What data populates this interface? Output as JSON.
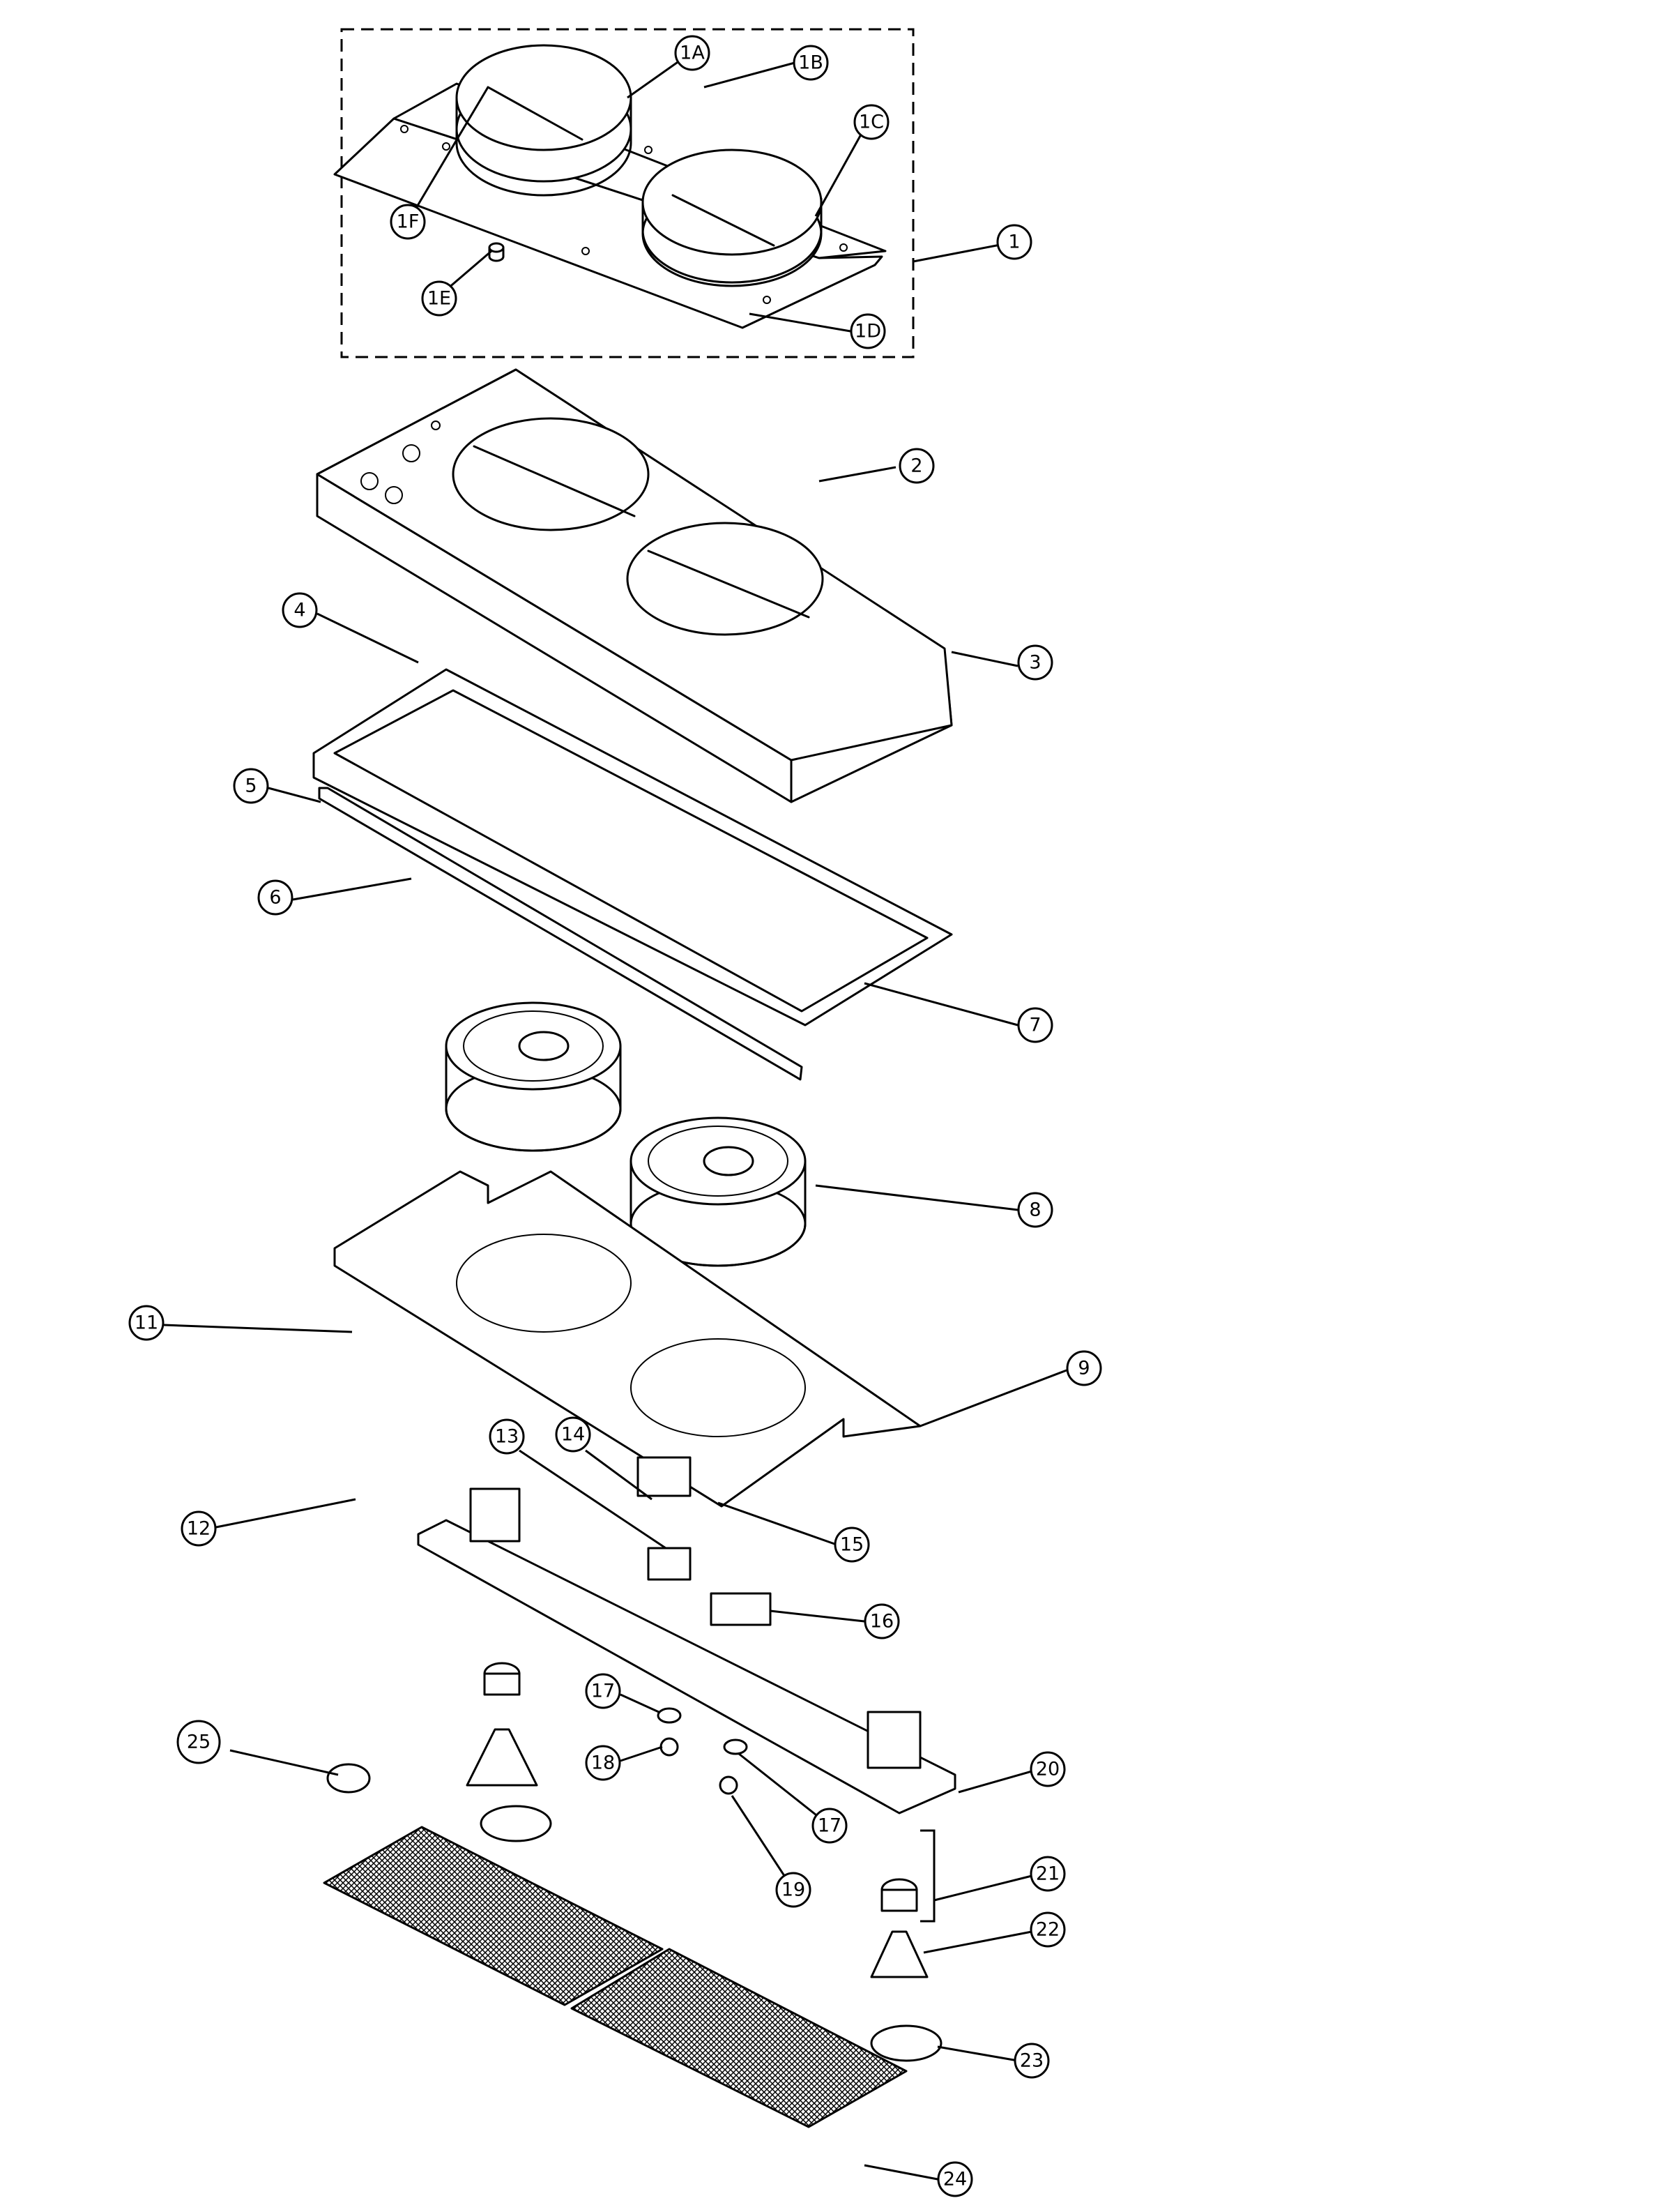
{
  "callouts": [
    {
      "id": "1",
      "label": "1"
    },
    {
      "id": "1A",
      "label": "1A"
    },
    {
      "id": "1B",
      "label": "1B"
    },
    {
      "id": "1C",
      "label": "1C"
    },
    {
      "id": "1D",
      "label": "1D"
    },
    {
      "id": "1E",
      "label": "1E"
    },
    {
      "id": "1F",
      "label": "1F"
    },
    {
      "id": "2",
      "label": "2"
    },
    {
      "id": "3",
      "label": "3"
    },
    {
      "id": "4",
      "label": "4"
    },
    {
      "id": "5",
      "label": "5"
    },
    {
      "id": "6",
      "label": "6"
    },
    {
      "id": "7",
      "label": "7"
    },
    {
      "id": "8",
      "label": "8"
    },
    {
      "id": "9",
      "label": "9"
    },
    {
      "id": "11",
      "label": "11"
    },
    {
      "id": "12",
      "label": "12"
    },
    {
      "id": "13",
      "label": "13"
    },
    {
      "id": "14",
      "label": "14"
    },
    {
      "id": "15",
      "label": "15"
    },
    {
      "id": "16",
      "label": "16"
    },
    {
      "id": "17a",
      "label": "17"
    },
    {
      "id": "17b",
      "label": "17"
    },
    {
      "id": "18",
      "label": "18"
    },
    {
      "id": "19",
      "label": "19"
    },
    {
      "id": "20",
      "label": "20"
    },
    {
      "id": "21",
      "label": "21"
    },
    {
      "id": "22",
      "label": "22"
    },
    {
      "id": "23",
      "label": "23"
    },
    {
      "id": "24",
      "label": "24"
    },
    {
      "id": "25",
      "label": "25"
    }
  ]
}
